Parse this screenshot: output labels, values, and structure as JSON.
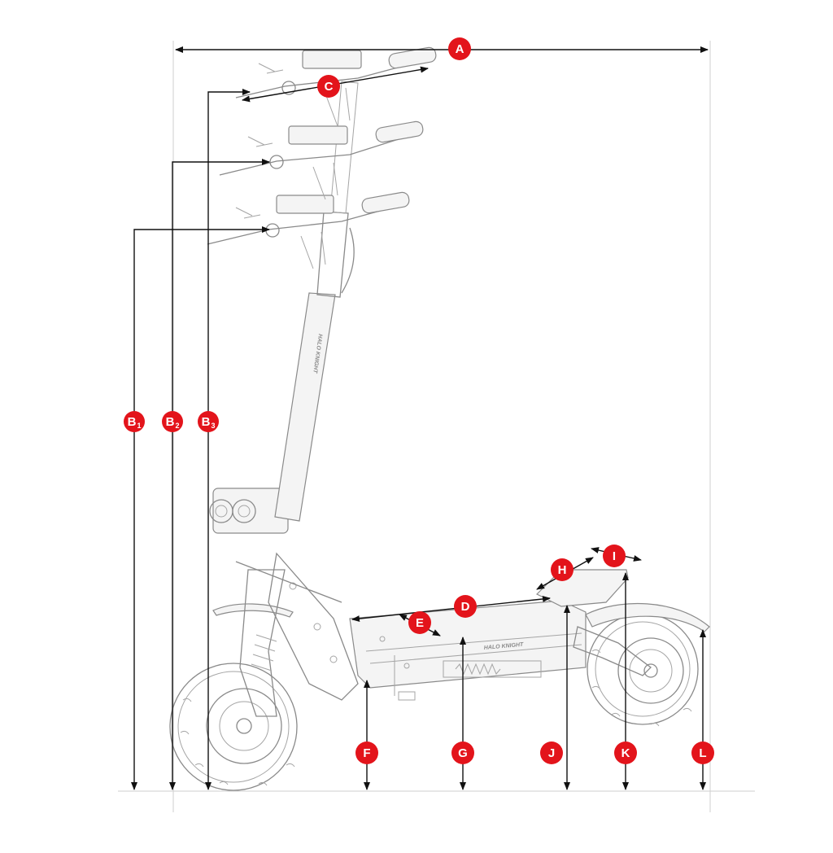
{
  "colors": {
    "badge": "#e3141b",
    "line": "#111111",
    "sketch": "#8a8a8a"
  },
  "labels": {
    "A": "A",
    "B1": {
      "main": "B",
      "sub": "1"
    },
    "B2": {
      "main": "B",
      "sub": "2"
    },
    "B3": {
      "main": "B",
      "sub": "3"
    },
    "C": "C",
    "D": "D",
    "E": "E",
    "F": "F",
    "G": "G",
    "H": "H",
    "I": "I",
    "J": "J",
    "K": "K",
    "L": "L"
  },
  "brand": {
    "stem": "HALO KNIGHT",
    "deck": "HALO KNIGHT"
  }
}
